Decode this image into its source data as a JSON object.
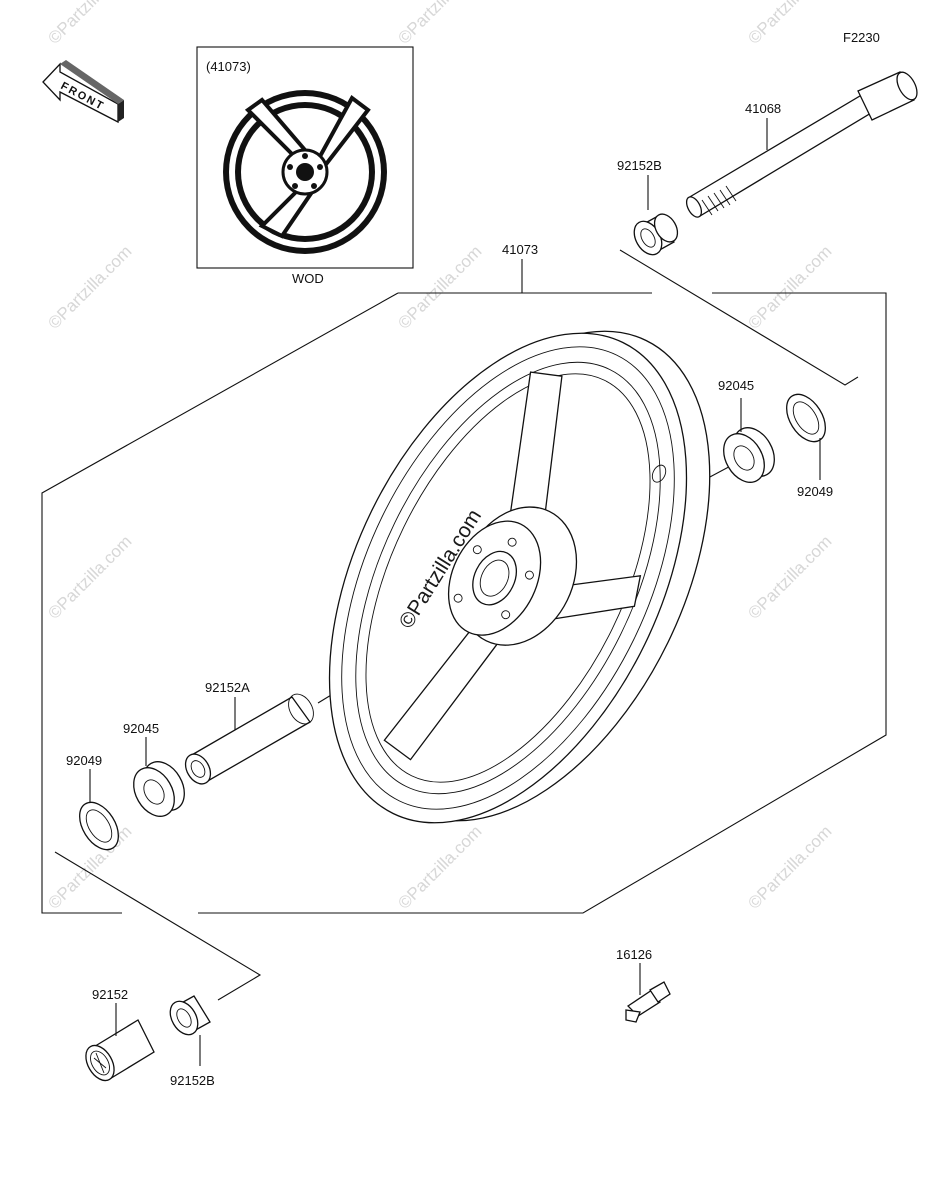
{
  "diagram_code": "F2230",
  "front_label": "FRONT",
  "inset": {
    "part_number": "(41073)",
    "caption": "WOD"
  },
  "watermark": "©Partzilla.com",
  "labels": {
    "axle": "41068",
    "collar_top": "92152B",
    "wheel": "41073",
    "bearing_right": "92045",
    "seal_right": "92049",
    "spacer": "92152A",
    "bearing_left": "92045",
    "seal_left": "92049",
    "collar_bottom_left": "92152",
    "collar_bottom_right": "92152B",
    "valve": "16126"
  }
}
